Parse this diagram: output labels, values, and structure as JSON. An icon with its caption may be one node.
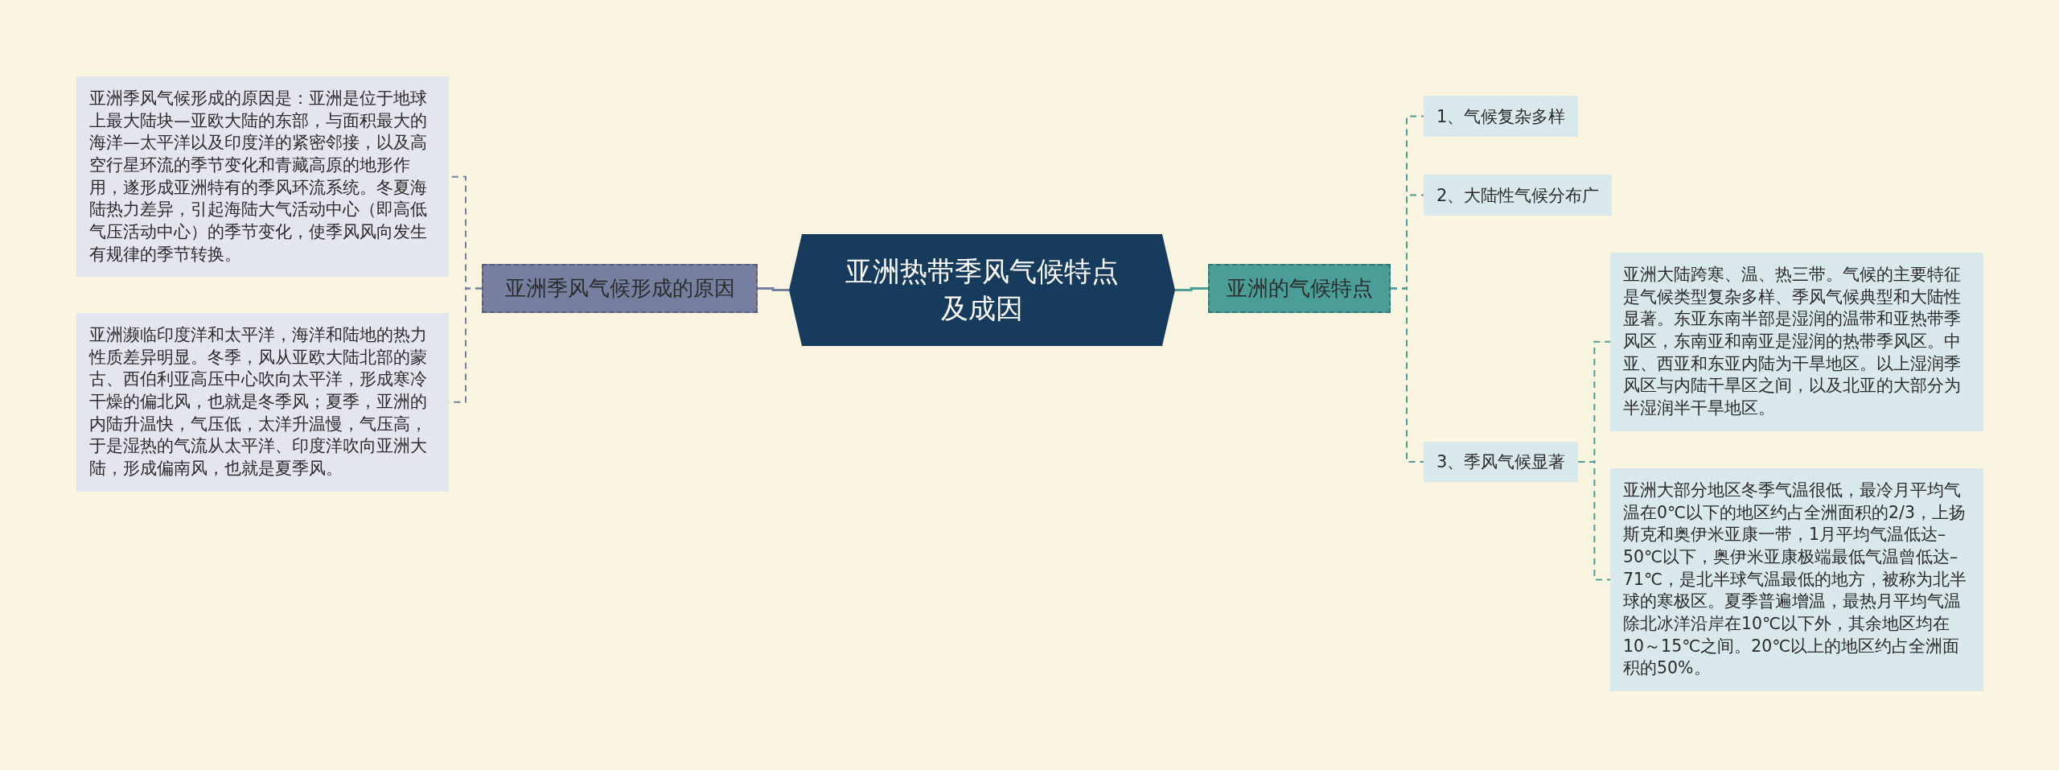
{
  "diagram": {
    "nodes": [
      {
        "text": [
          "亚洲热带季风气候特点及成因"
        ]
      },
      {
        "text": [
          "亚洲季风气候形成的原因"
        ]
      },
      {
        "text": [
          "亚洲季风气候形成的原因是：亚洲是位于地球上最大陆块—亚欧大陆的东部，与面积最大的海洋—太平洋以及印度洋的紧密邻接，以及高空行星环流的季节变化和青藏高原的地形作用，遂形成亚洲特有的季风环流系统。冬夏海陆热力差异，引起海陆大气活动中心（即高低气压活动中心）的季节变化，使季风风向发生有规律的季节转换。"
        ]
      },
      {
        "text": [
          "亚洲濒临印度洋和太平洋，海洋和陆地的热力性质差异明显。冬季，风从亚欧大陆北部的蒙古、西伯利亚高压中心吹向太平洋，形成寒冷干燥的偏北风，也就是冬季风；夏季，亚洲的内陆升温快，气压低，太洋升温慢，气压高，于是湿热的气流从太平洋、印度洋吹向亚洲大陆，形成偏南风，也就是夏季风。"
        ]
      },
      {
        "text": [
          "亚洲的气候特点"
        ]
      },
      {
        "text": [
          "1、气候复杂多样"
        ]
      },
      {
        "text": [
          "2、大陆性气候分布广"
        ]
      },
      {
        "text": [
          "3、季风气候显著"
        ]
      },
      {
        "text": [
          "亚洲大陆跨寒、温、热三带。气候的主要特征是气候类型复杂多样、季风气候典型和大陆性显著。东亚东南半部是湿润的温带和亚热带季风区，东南亚和南亚是湿润的热带季风区。中亚、西亚和东亚内陆为干旱地区。以上湿润季风区与内陆干旱区之间，以及北亚的大部分为半湿润半干旱地区。"
        ]
      },
      {
        "text": [
          "亚洲大部分地区冬季气温很低，最冷月平均气温在0℃以下的地区约占全洲面积的2/3，上扬斯克和奥伊米亚康一带，1月平均气温低达–50℃以下，奥伊米亚康极端最低气温曾低达–71℃，是北半球气温最低的地方，被称为北半球的寒极区。夏季普遍增温，最热月平均气温除北冰洋沿岸在10℃以下外，其余地区均在10～15℃之间。20℃以上的地区约占全洲面积的50%。"
        ]
      }
    ],
    "edges": [
      {
        "from": 0,
        "to": 1,
        "arrow": "none",
        "color": "#7580a0"
      },
      {
        "from": 1,
        "to": 2,
        "arrow": "none",
        "style": "dashed",
        "color": "#7580a0"
      },
      {
        "from": 1,
        "to": 3,
        "arrow": "none",
        "style": "dashed",
        "color": "#7580a0"
      },
      {
        "from": 0,
        "to": 4,
        "arrow": "none"
      },
      {
        "from": 4,
        "to": 5,
        "arrow": "none",
        "style": "dashed"
      },
      {
        "from": 4,
        "to": 6,
        "arrow": "none",
        "style": "dashed"
      },
      {
        "from": 4,
        "to": 7,
        "arrow": "none",
        "style": "dashed"
      },
      {
        "from": 7,
        "to": 8,
        "arrow": "none",
        "style": "dashed"
      },
      {
        "from": 7,
        "to": 9,
        "arrow": "none",
        "style": "dashed"
      }
    ]
  }
}
